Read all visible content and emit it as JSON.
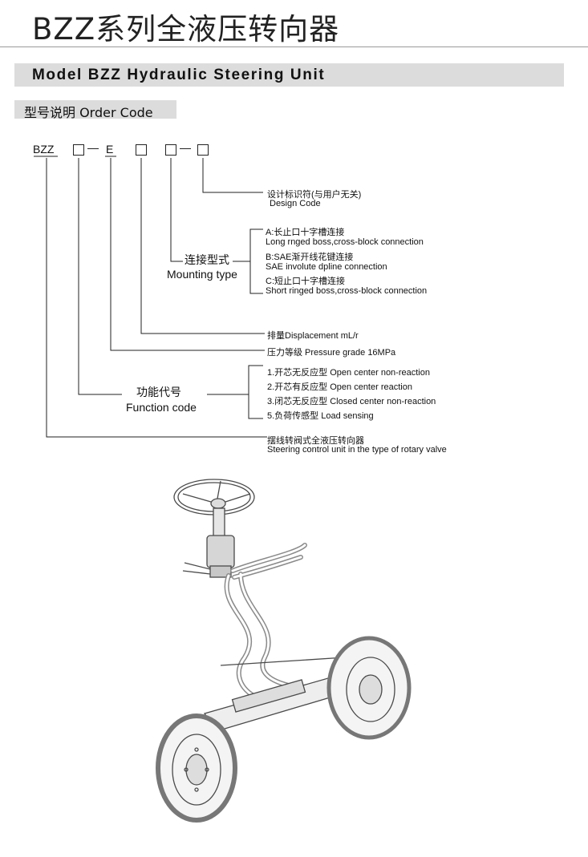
{
  "header": {
    "main_title": "BZZ系列全液压转向器",
    "section_title": "Model BZZ Hydraulic Steering Unit",
    "order_code_title": "型号说明   Order Code"
  },
  "code_row": {
    "prefix": "BZZ",
    "dash1": "—",
    "e_letter": "E",
    "dash2": "—"
  },
  "design_code": {
    "cn": "设计标识符(与用户无关)",
    "en": "Design Code"
  },
  "mounting_type": {
    "label_cn": "连接型式",
    "label_en": "Mounting  type",
    "options": [
      "A:长止口十字槽连接",
      "Long rnged boss,cross-block connection",
      "B:SAE渐开线花键连接",
      "SAE involute dpline connection",
      "C:短止口十字槽连接",
      "Short ringed boss,cross-block connection"
    ]
  },
  "displacement": "排量Displacement mL/r",
  "pressure_grade": "压力等级  Pressure grade 16MPa",
  "function_code": {
    "label_cn": "功能代号",
    "label_en": "Function  code",
    "options": [
      "1.开芯无反应型 Open center non-reaction",
      "2.开芯有反应型 Open center reaction",
      "3.闭芯无反应型 Closed center non-reaction",
      "5.负荷传感型  Load sensing"
    ]
  },
  "steering_unit": {
    "cn": "摆线转阀式全液压转向器",
    "en": "Steering control unit in the type of rotary valve"
  }
}
